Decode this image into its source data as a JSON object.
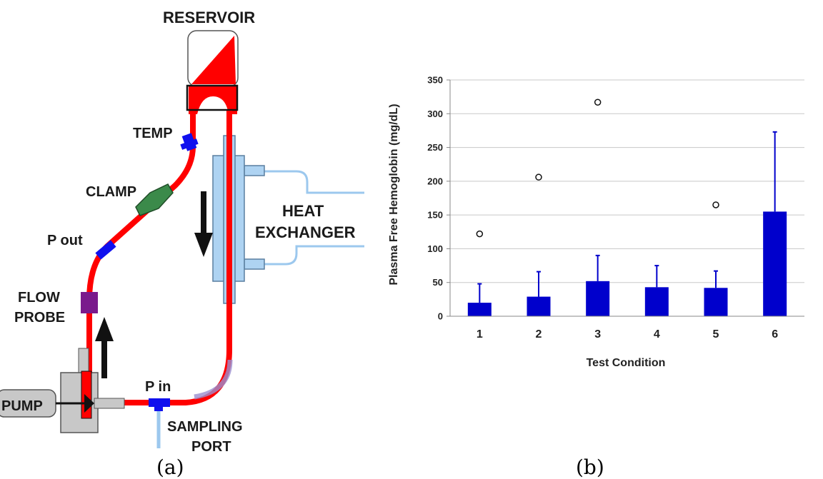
{
  "panel_a": {
    "panel_label": "(a)",
    "labels": {
      "reservoir": "RESERVOIR",
      "temp": "TEMP",
      "clamp": "CLAMP",
      "p_out": "P out",
      "flow_probe_line1": "FLOW",
      "flow_probe_line2": "PROBE",
      "pump": "PUMP",
      "p_in": "P in",
      "sampling_line1": "SAMPLING",
      "sampling_line2": "PORT",
      "heat_line1": "HEAT",
      "heat_line2": "EXCHANGER"
    },
    "colors": {
      "tubing": "#ff0000",
      "sensor": "#1010ee",
      "clamp": "#3b8a4a",
      "flow_probe": "#7a1a8c",
      "heat_exchanger": "#aed3f2",
      "pump": "#c8c8c8",
      "sampling_tube": "#9cc8ee"
    }
  },
  "panel_b": {
    "panel_label": "(b)"
  },
  "chart_data": {
    "type": "bar",
    "categories": [
      "1",
      "2",
      "3",
      "4",
      "5",
      "6"
    ],
    "values": [
      20,
      29,
      52,
      43,
      42,
      155
    ],
    "error_upper": [
      48,
      66,
      90,
      75,
      67,
      273
    ],
    "outliers": [
      122,
      206,
      317,
      null,
      165,
      null
    ],
    "xlabel": "Test Condition",
    "ylabel": "Plasma Free Hemoglobin (mg/dL)",
    "ylim": [
      0,
      350
    ],
    "yticks": [
      0,
      50,
      100,
      150,
      200,
      250,
      300,
      350
    ],
    "grid": true,
    "bar_color": "#0000cc"
  }
}
